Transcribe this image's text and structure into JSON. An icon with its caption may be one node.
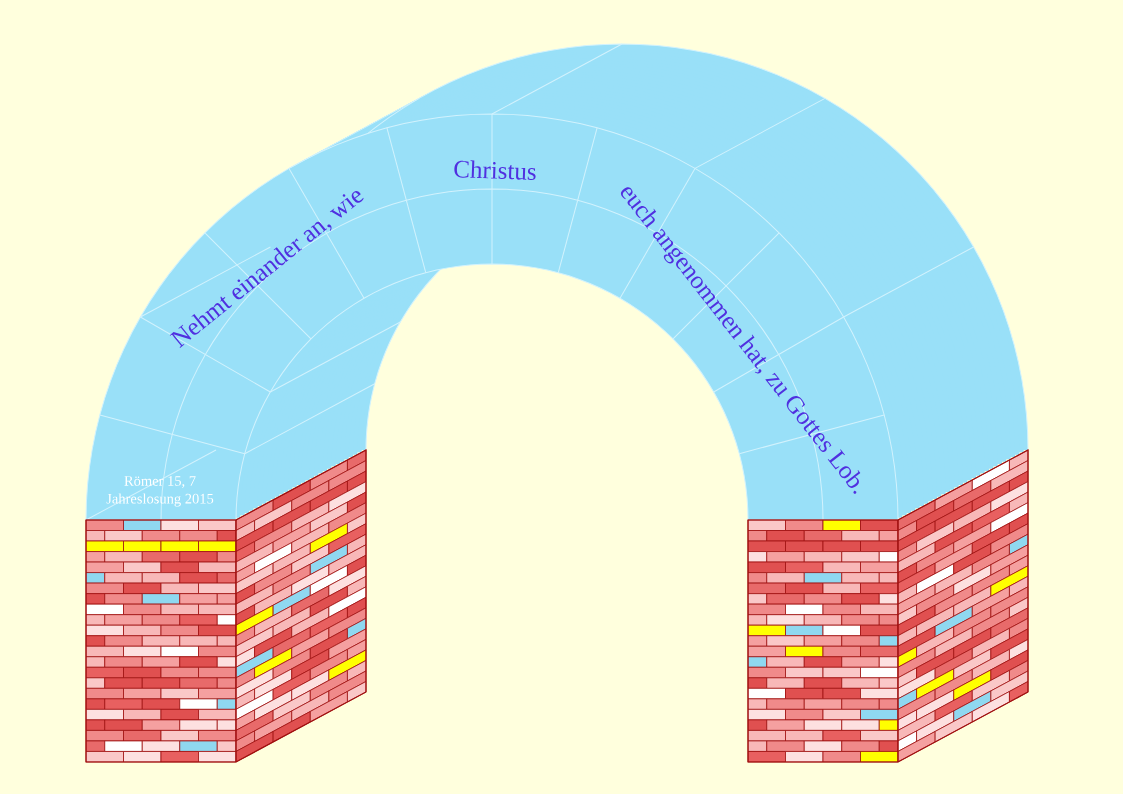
{
  "diagram": {
    "labels": [
      "Nehmt einander an, wie",
      "Christus",
      "euch angenommen hat, zu Gottes Lob.",
      "Römer 15, 7",
      "Jahreslosung 2015"
    ]
  }
}
